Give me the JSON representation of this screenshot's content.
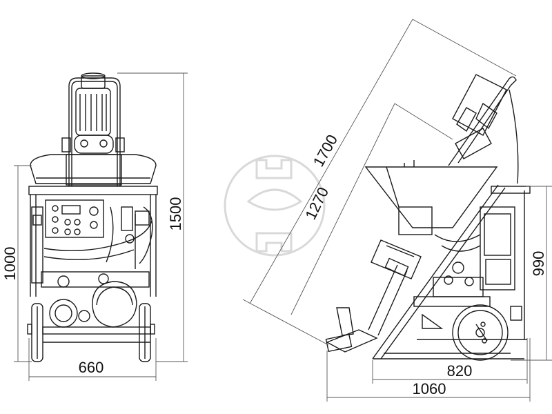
{
  "dimensions": {
    "front_height_total": "1500",
    "front_height_frame": "1000",
    "front_width": "660",
    "side_diag_total": "1700",
    "side_diag_hopper": "1270",
    "side_height": "990",
    "side_wheelbase": "820",
    "side_length": "1060"
  },
  "colors": {
    "line": "#1a1a1a",
    "dimension": "#555555",
    "watermark": "#d9d9d9"
  }
}
